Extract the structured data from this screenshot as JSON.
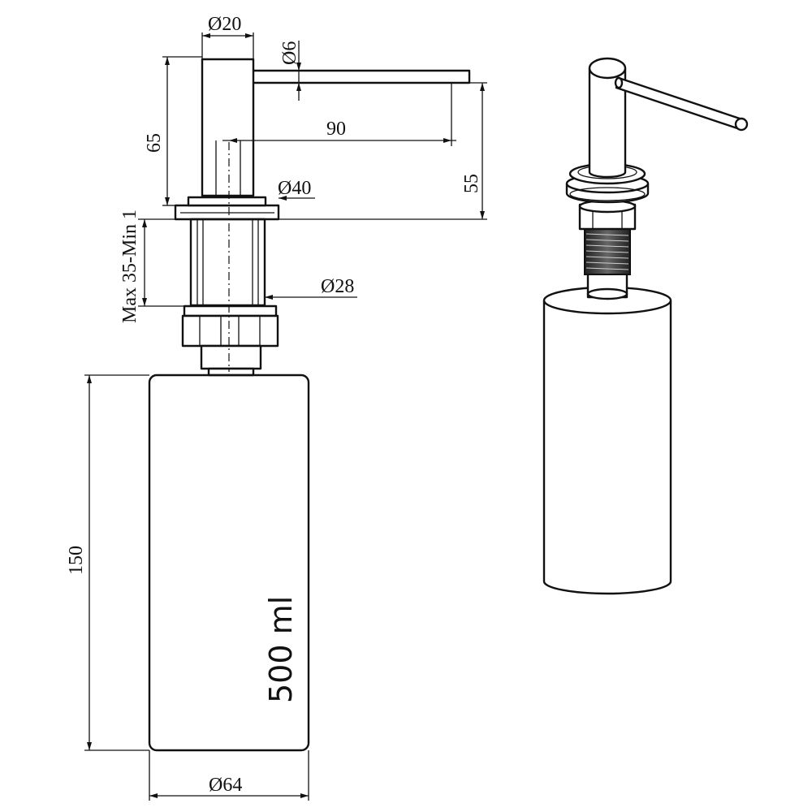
{
  "dimensions": {
    "spout_diameter": "Ø20",
    "nozzle_diameter": "Ø6",
    "spout_height": "65",
    "spout_reach": "90",
    "clearance": "55",
    "flange_diameter": "Ø40",
    "counter_thickness": "Max 35-Min 1",
    "shank_diameter": "Ø28",
    "bottle_height": "150",
    "bottle_diameter": "Ø64"
  },
  "bottle": {
    "capacity": "500 ml"
  }
}
